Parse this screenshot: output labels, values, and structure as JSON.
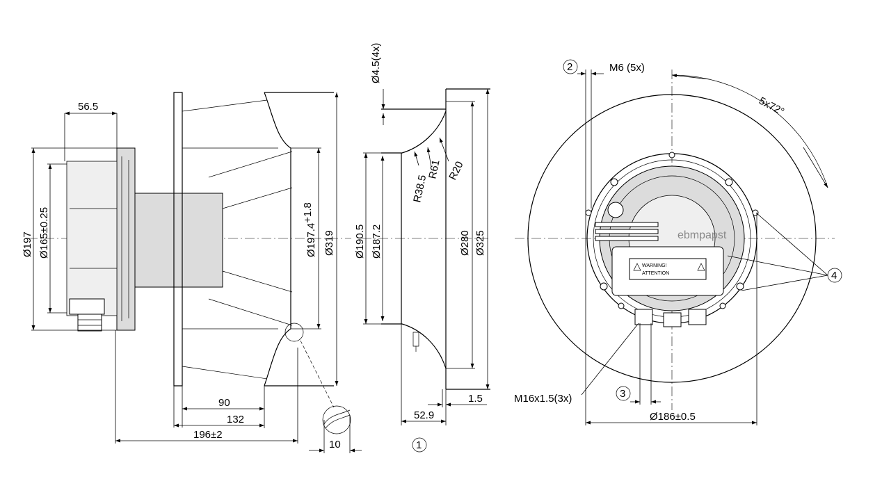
{
  "side_view": {
    "dim_56_5": "56.5",
    "dim_d197": "Ø197",
    "dim_d165": "Ø165",
    "dim_d165_tol": "±0.25",
    "dim_90": "90",
    "dim_132": "132",
    "dim_196": "196",
    "dim_196_tol": "±2",
    "dim_10": "10",
    "dim_d197_4": "Ø197.4",
    "dim_d197_4_tol": "+1.8",
    "dim_d319": "Ø319"
  },
  "section_view": {
    "dim_d4_5": "Ø4.5(4x)",
    "dim_r38_5": "R38.5",
    "dim_r61": "R61",
    "dim_r20": "R20",
    "dim_d190_5": "Ø190.5",
    "dim_d187_2": "Ø187.2",
    "dim_d280": "Ø280",
    "dim_d325": "Ø325",
    "dim_1_5": "1.5",
    "dim_52_9": "52.9",
    "callout_1": "1"
  },
  "front_view": {
    "callout_2": "2",
    "dim_m6": "M6 (5x)",
    "dim_5x72": "5x72°",
    "brand": "ebmpapst",
    "warning": "WARNING!",
    "attention": "ATTENTION",
    "callout_4": "4",
    "dim_m16": "M16x1.5(3x)",
    "callout_3": "3",
    "dim_d186": "Ø186",
    "dim_d186_tol": "±0.5"
  }
}
